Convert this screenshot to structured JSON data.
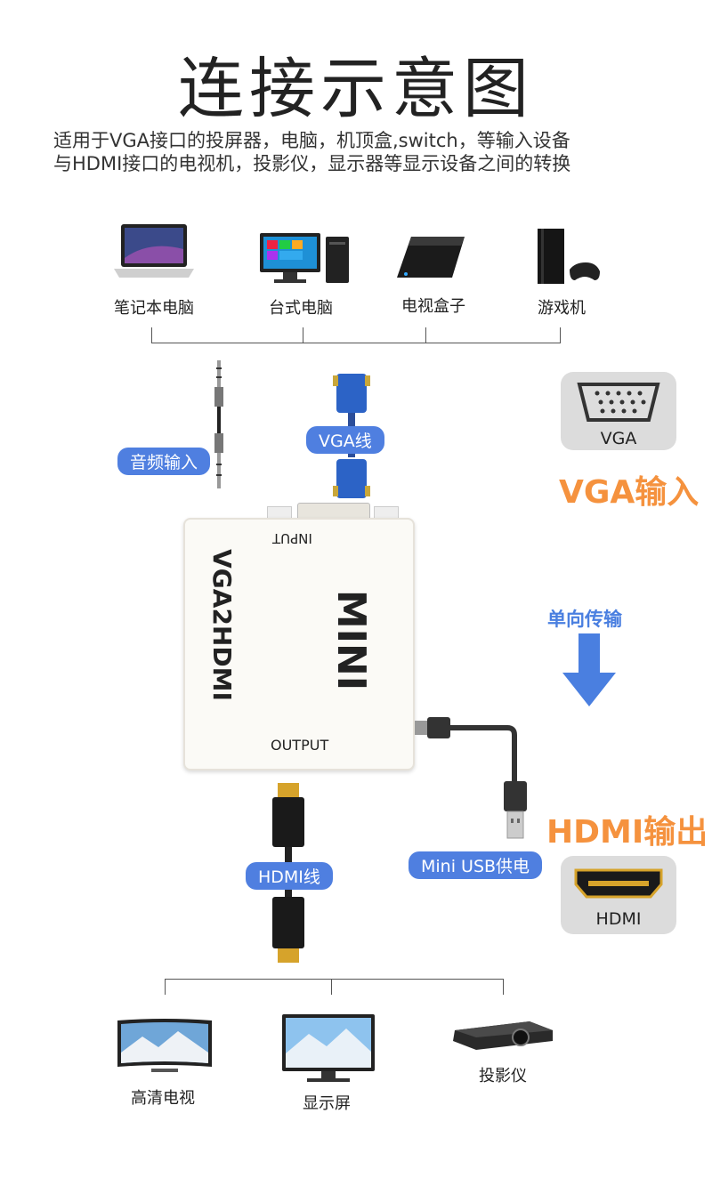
{
  "header": {
    "title": "连接示意图",
    "subtitle_line1": "适用于VGA接口的投屏器，电脑，机顶盒,switch，等输入设备",
    "subtitle_line2": "与HDMI接口的电视机，投影仪，显示器等显示设备之间的转换"
  },
  "sources": [
    {
      "label": "笔记本电脑",
      "icon": "laptop-icon"
    },
    {
      "label": "台式电脑",
      "icon": "desktop-icon"
    },
    {
      "label": "电视盒子",
      "icon": "tv-box-icon"
    },
    {
      "label": "游戏机",
      "icon": "game-console-icon"
    }
  ],
  "cables": {
    "audio": "音频输入",
    "vga": "VGA线",
    "hdmi": "HDMI线",
    "usb": "Mini USB供电"
  },
  "adapter": {
    "input_label": "INPUT",
    "output_label": "OUTPUT",
    "model": "VGA2HDMI",
    "brand": "MINI"
  },
  "ports": {
    "vga_caption": "VGA",
    "vga_heading": "VGA输入",
    "hdmi_caption": "HDMI",
    "hdmi_heading": "HDMI输出"
  },
  "direction": {
    "label": "单向传输",
    "color": "#4a7fe0"
  },
  "displays": [
    {
      "label": "高清电视",
      "icon": "tv-icon"
    },
    {
      "label": "显示屏",
      "icon": "monitor-icon"
    },
    {
      "label": "投影仪",
      "icon": "projector-icon"
    }
  ],
  "colors": {
    "accent_orange": "#f5923e",
    "pill_blue": "#4f7fe0"
  }
}
